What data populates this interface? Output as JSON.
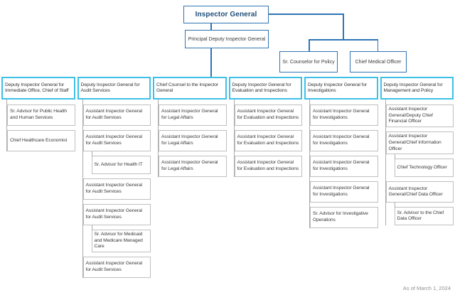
{
  "top": {
    "inspector_general": "Inspector General",
    "principal_deputy": "Principal Deputy Inspector General",
    "sr_counselor": "Sr. Counselor for Policy",
    "chief_medical_officer": "Chief Medical Officer"
  },
  "columns": [
    {
      "header": "Deputy Inspector General for Immediate Office, Chief of Staff",
      "children": [
        {
          "label": "Sr. Advisor for Public Health and Human Services",
          "level": 1
        },
        {
          "label": "Chief Healthcare Economist",
          "level": 1
        }
      ]
    },
    {
      "header": "Deputy Inspector General for Audit Services",
      "children": [
        {
          "label": "Assistant Inspector General for Audit Services",
          "level": 1
        },
        {
          "label": "Assistant Inspector General for Audit Services",
          "level": 1
        },
        {
          "label": "Sr. Advisor for Health IT",
          "level": 2
        },
        {
          "label": "Assistant Inspector General for Audit Services",
          "level": 1
        },
        {
          "label": "Assistant Inspector General for Audit Services",
          "level": 1
        },
        {
          "label": "Sr. Advisor for Medicaid and Medicare Managed Care",
          "level": 2
        },
        {
          "label": "Assistant Inspector General for Audit Services",
          "level": 1
        }
      ]
    },
    {
      "header": "Chief Counsel to the Inspector General",
      "children": [
        {
          "label": "Assistant Inspector General for Legal Affairs",
          "level": 1
        },
        {
          "label": "Assistant Inspector General for Legal Affairs",
          "level": 1
        },
        {
          "label": "Assistant Inspector General for Legal Affairs",
          "level": 1
        }
      ]
    },
    {
      "header": "Deputy Inspector General for Evaluation and Inspections",
      "children": [
        {
          "label": "Assistant Inspector General for Evaluation and Inspections",
          "level": 1
        },
        {
          "label": "Assistant Inspector General for Evaluation and Inspections",
          "level": 1
        },
        {
          "label": "Assistant Inspector General for Evaluation and Inspections",
          "level": 1
        }
      ]
    },
    {
      "header": "Deputy Inspector General for Investigations",
      "children": [
        {
          "label": "Assistant Inspector General for Investigations",
          "level": 1
        },
        {
          "label": "Assistant Inspector General for Investigations",
          "level": 1
        },
        {
          "label": "Assistant Inspector General for Investigations",
          "level": 1
        },
        {
          "label": "Assistant Inspector General for Investigations",
          "level": 1
        },
        {
          "label": "Sr. Advisor for Investigative Operations",
          "level": 1
        }
      ]
    },
    {
      "header": "Deputy Inspector General for Management and Policy",
      "children": [
        {
          "label": "Assistant Inspector General/Deputy Chief Financial Officer",
          "level": 1
        },
        {
          "label": "Assistant Inspector General/Chief Information Officer",
          "level": 1
        },
        {
          "label": "Chief Technology Officer",
          "level": 2
        },
        {
          "label": "Assistant Inspector General/Chief Data Officer",
          "level": 1
        },
        {
          "label": "Sr. Advisor to the Chief Data Officer",
          "level": 2
        }
      ]
    }
  ],
  "footer": {
    "as_of": "As of March 1, 2024"
  },
  "colors": {
    "top_border_blue": "#2E74B5",
    "ig_text_blue": "#1F4E79",
    "header_cyan": "#3DC0E8",
    "node_border_gray": "#BFBFBF",
    "spine_gray": "#ABABAB",
    "footer_gray": "#909090"
  }
}
